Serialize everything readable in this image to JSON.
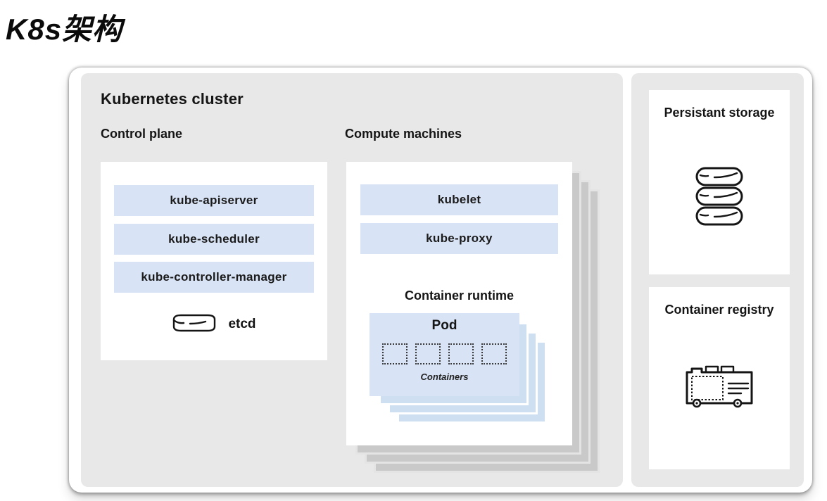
{
  "page": {
    "title": "K8s架构"
  },
  "cluster": {
    "title": "Kubernetes cluster",
    "control_plane": {
      "label": "Control plane",
      "components": [
        {
          "label": "kube-apiserver"
        },
        {
          "label": "kube-scheduler"
        },
        {
          "label": "kube-controller-manager"
        }
      ],
      "etcd": {
        "label": "etcd",
        "icon": "database-cylinder-icon"
      }
    },
    "compute_machines": {
      "label": "Compute machines",
      "stack_count": 4,
      "components": [
        {
          "label": "kubelet"
        },
        {
          "label": "kube-proxy"
        }
      ],
      "container_runtime_label": "Container runtime",
      "pod": {
        "label": "Pod",
        "containers_label": "Containers",
        "container_slots": 4,
        "stack_count": 4
      }
    }
  },
  "external": {
    "persistent_storage": {
      "label": "Persistant storage",
      "icon": "database-stack-icon"
    },
    "container_registry": {
      "label": "Container registry",
      "icon": "registry-box-icon"
    }
  },
  "colors": {
    "panel_gray": "#e8e8e8",
    "component_blue": "#d8e3f5",
    "stack_blue": "#cfdff2",
    "stack_gray": "#c9c9c9",
    "text": "#151515"
  }
}
